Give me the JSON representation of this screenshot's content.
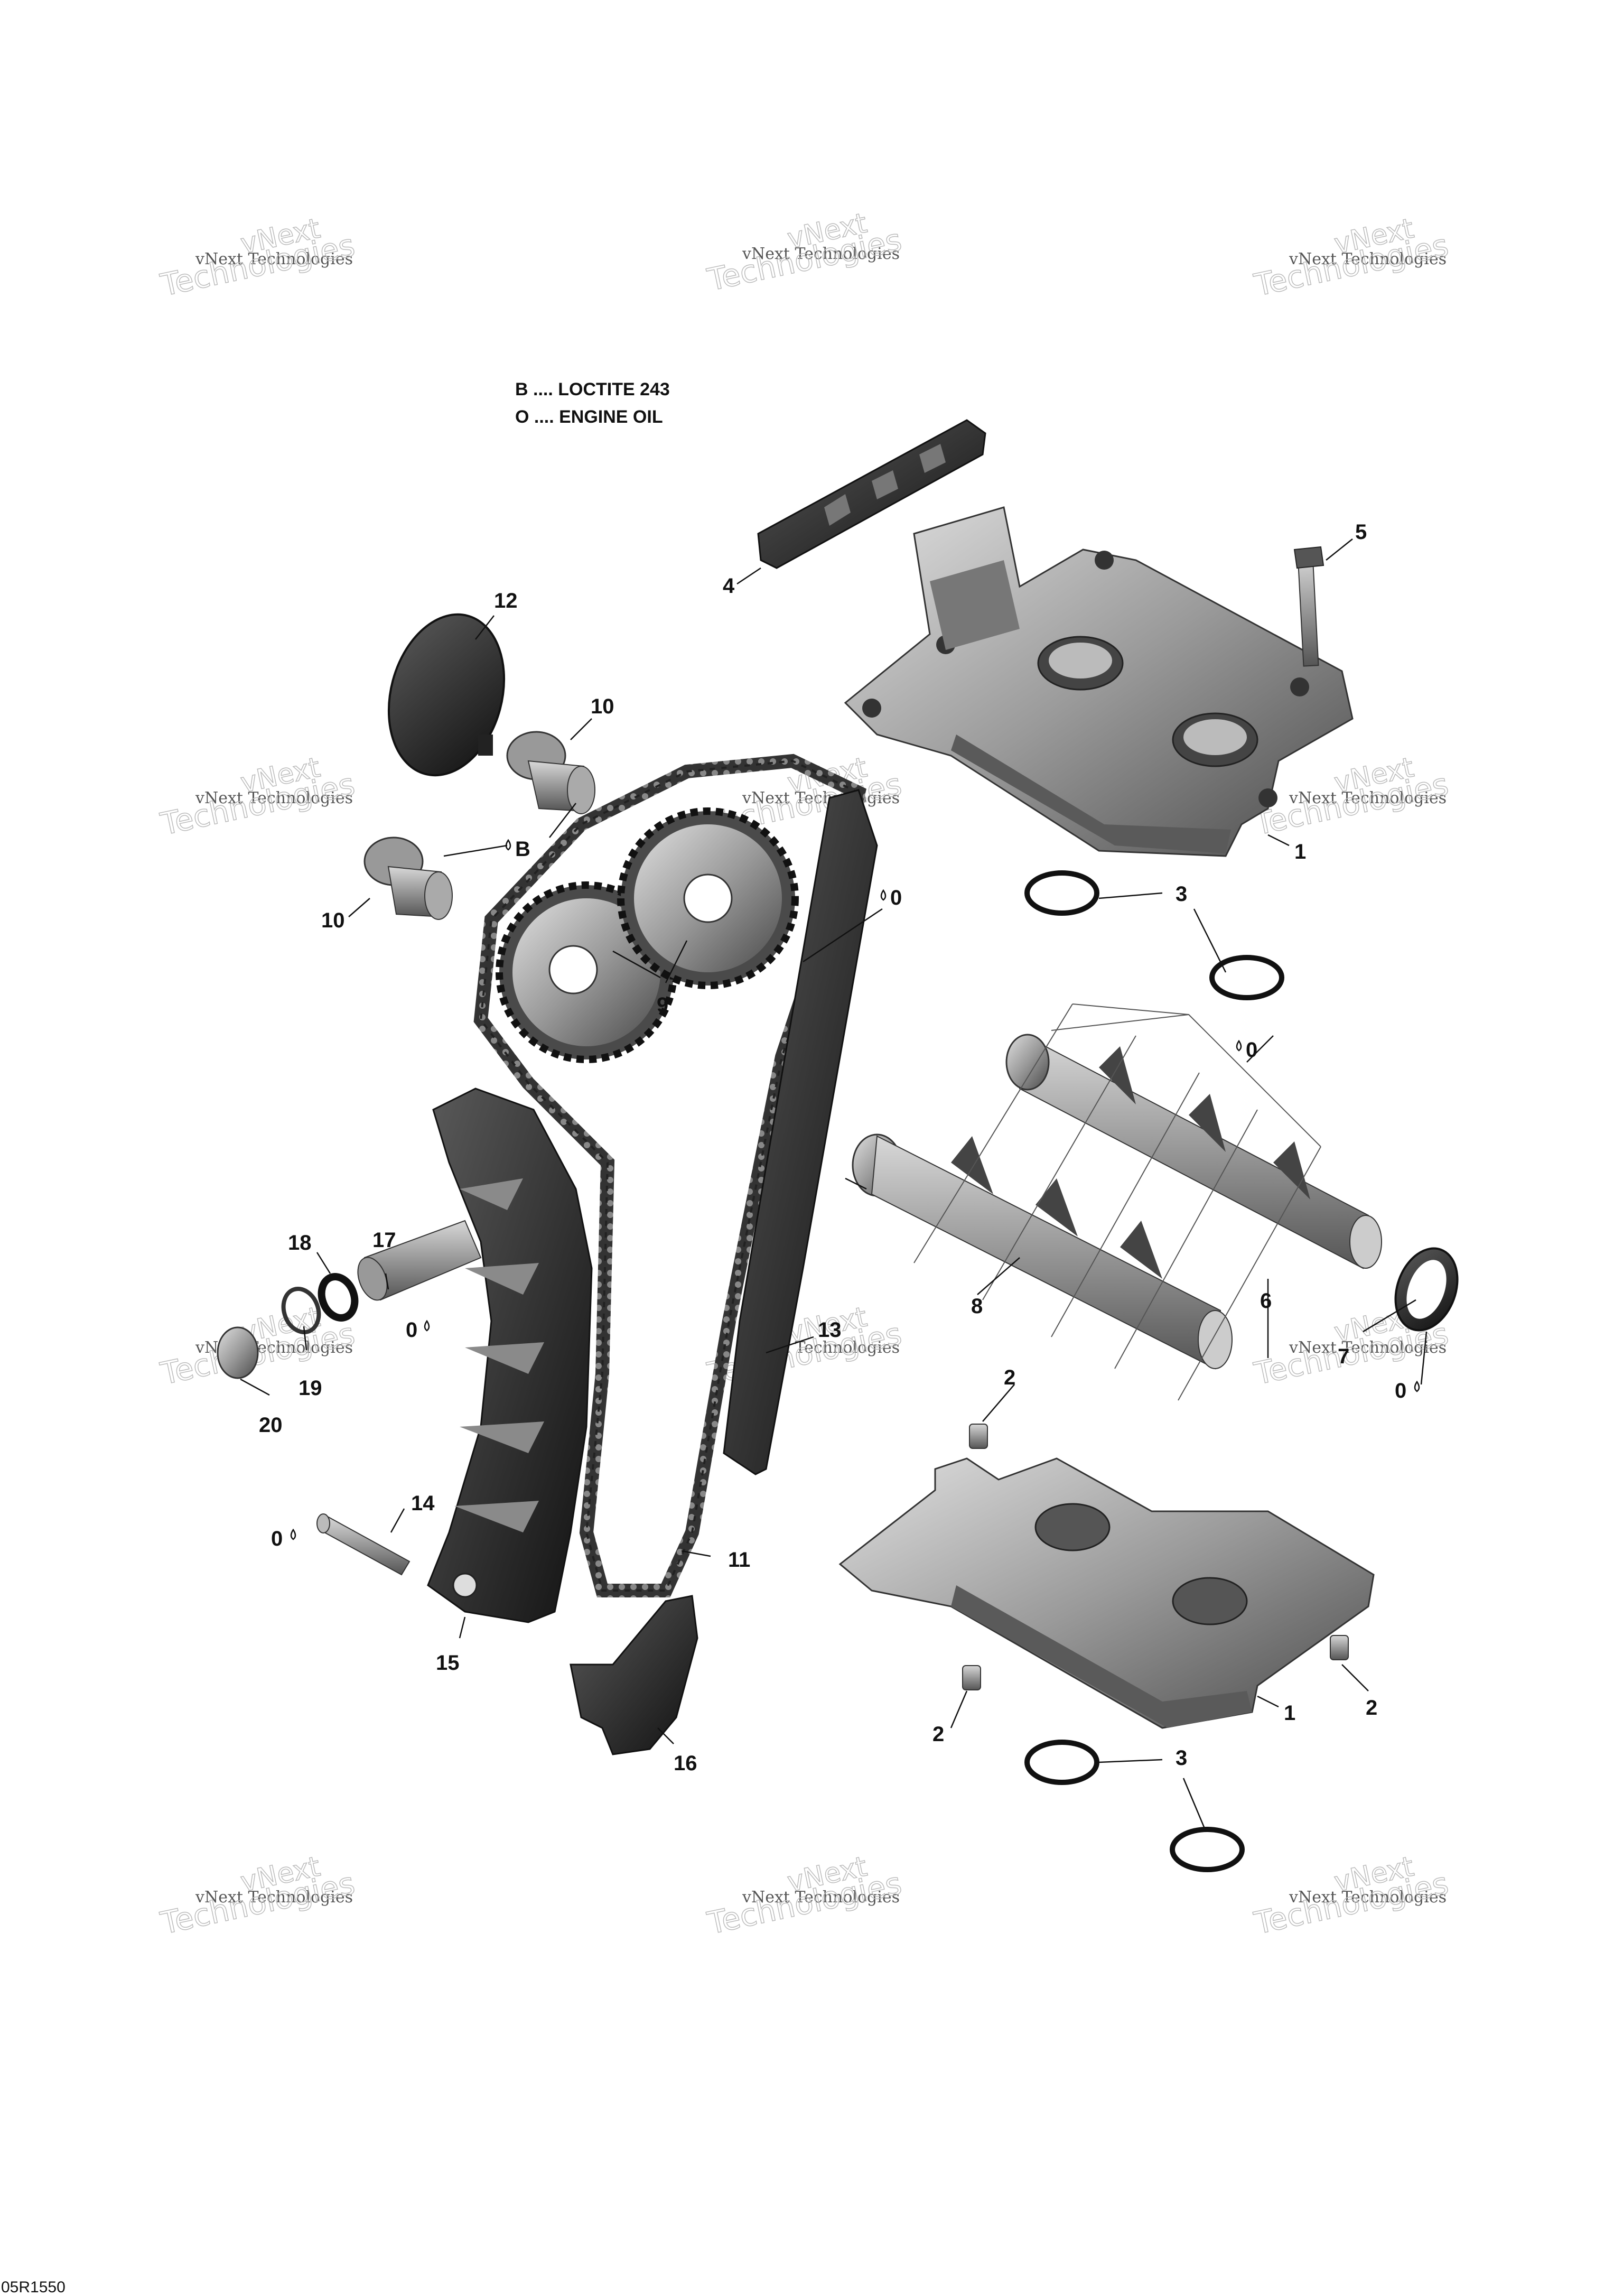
{
  "legend": [
    {
      "code": "B",
      "text": "B .... LOCTITE 243"
    },
    {
      "code": "O",
      "text": "O .... ENGINE OIL"
    }
  ],
  "watermark": {
    "line1": "vNext Technologies",
    "big_top": "vNext",
    "big_bottom": "Technologies"
  },
  "drawing_code": "05R1550",
  "callouts": [
    {
      "id": "c1a",
      "label": "1"
    },
    {
      "id": "c1b",
      "label": "1"
    },
    {
      "id": "c2a",
      "label": "2"
    },
    {
      "id": "c2b",
      "label": "2"
    },
    {
      "id": "c2c",
      "label": "2"
    },
    {
      "id": "c3a",
      "label": "3"
    },
    {
      "id": "c3b",
      "label": "3"
    },
    {
      "id": "c4",
      "label": "4"
    },
    {
      "id": "c5",
      "label": "5"
    },
    {
      "id": "c6",
      "label": "6"
    },
    {
      "id": "c7",
      "label": "7"
    },
    {
      "id": "c8",
      "label": "8"
    },
    {
      "id": "c9",
      "label": "9"
    },
    {
      "id": "c10a",
      "label": "10"
    },
    {
      "id": "c10b",
      "label": "10"
    },
    {
      "id": "c11",
      "label": "11"
    },
    {
      "id": "c12",
      "label": "12"
    },
    {
      "id": "c13",
      "label": "13"
    },
    {
      "id": "c14",
      "label": "14"
    },
    {
      "id": "c15",
      "label": "15"
    },
    {
      "id": "c16",
      "label": "16"
    },
    {
      "id": "c17",
      "label": "17"
    },
    {
      "id": "c18",
      "label": "18"
    },
    {
      "id": "c19",
      "label": "19"
    },
    {
      "id": "c20",
      "label": "20"
    }
  ],
  "markers": [
    {
      "id": "m-b",
      "label": "B"
    },
    {
      "id": "m-o1",
      "label": "0"
    },
    {
      "id": "m-o2",
      "label": "0"
    },
    {
      "id": "m-o3",
      "label": "0"
    },
    {
      "id": "m-o4",
      "label": "0"
    },
    {
      "id": "m-o5",
      "label": "0"
    }
  ]
}
